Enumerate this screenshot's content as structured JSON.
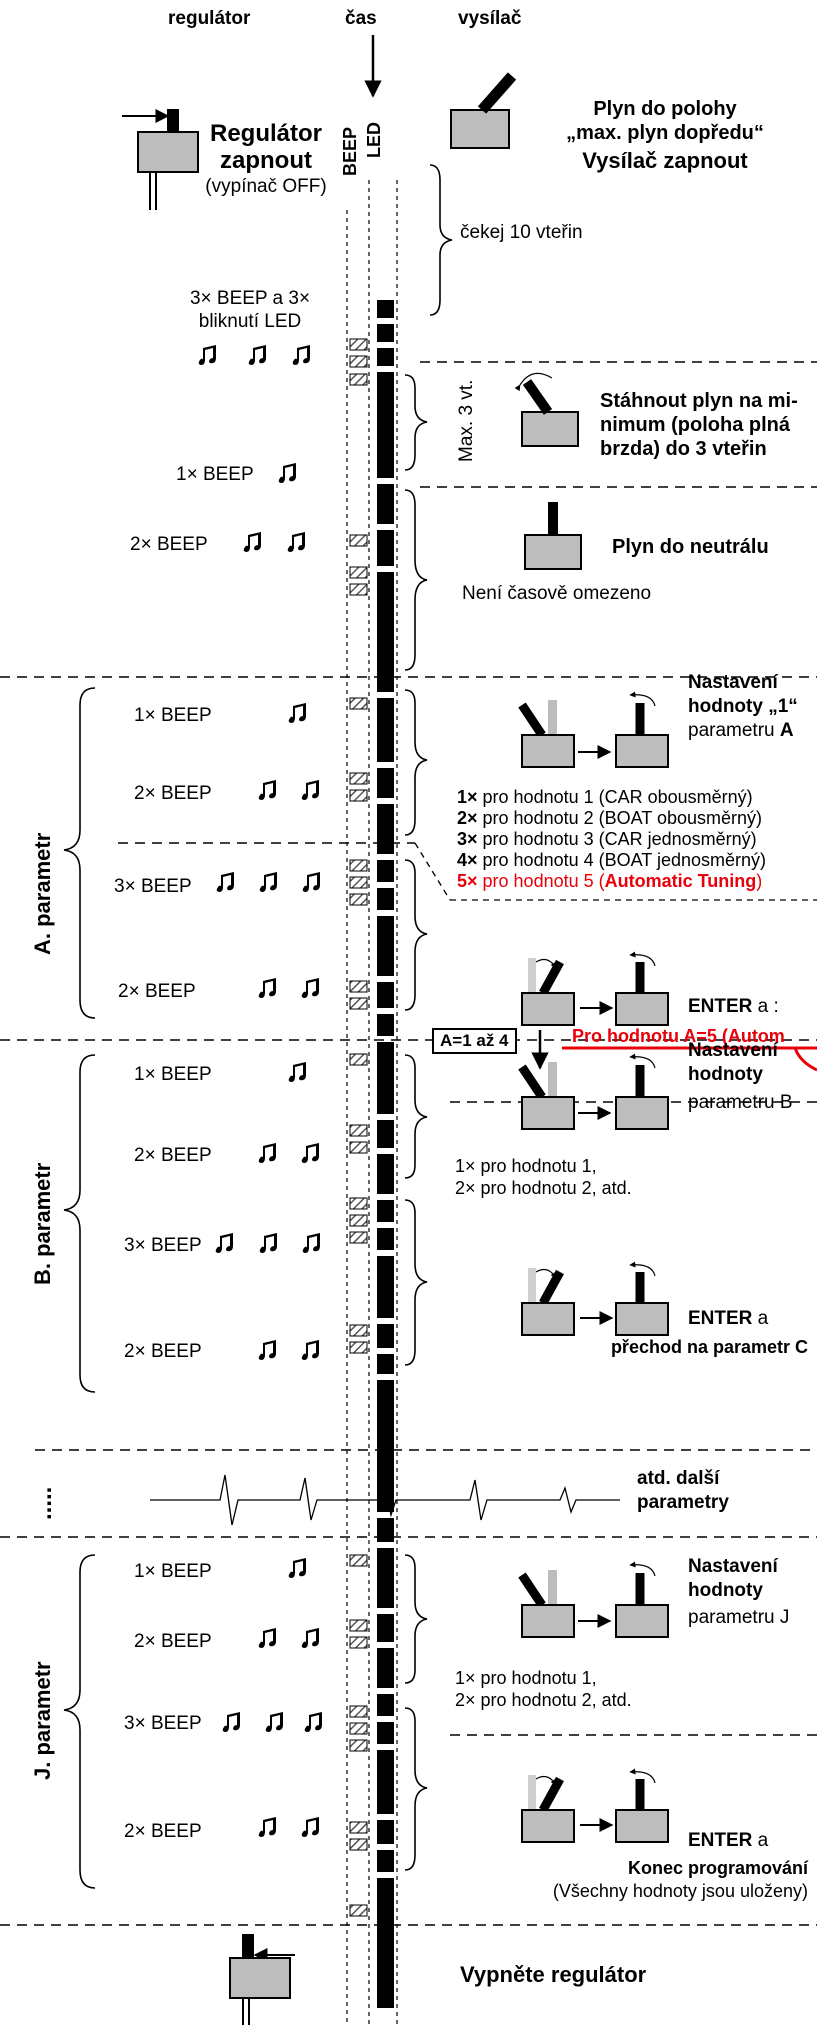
{
  "header": {
    "regulator": "regulátor",
    "cas": "čas",
    "vysilac": "vysílač"
  },
  "columns": {
    "beep": "BEEP",
    "led": "LED"
  },
  "start": {
    "reg_on_1": "Regulátor",
    "reg_on_2": "zapnout",
    "reg_on_3": "(vypínač OFF)",
    "throttle_1": "Plyn do polohy",
    "throttle_2": "„max. plyn dopředu“",
    "throttle_3": "Vysílač zapnout",
    "wait": "čekej  10 vteřin",
    "beep3_1": "3× BEEP a  3×",
    "beep3_2": "bliknutí LED",
    "max3": "Max. 3 vt.",
    "pull_1": "Stáhnout plyn na mi-",
    "pull_2": "nimum (poloha plná",
    "pull_3": "brzda) do 3 vteřin",
    "beep1": "1× BEEP",
    "beep2": "2× BEEP",
    "neutral": "Plyn do neutrálu",
    "unlimited": "Není časově omezeno"
  },
  "param_a": {
    "label": "A. parametr",
    "beep1": "1× BEEP",
    "beep2": "2× BEEP",
    "beep3": "3× BEEP",
    "beep2b": "2× BEEP",
    "set_1": "Nastavení",
    "set_2": "hodnoty „1“",
    "set_3": "parametru",
    "set_3b": "A",
    "opts": [
      {
        "n": "1×",
        "t": " pro hodnotu 1 (CAR obousměrný)"
      },
      {
        "n": "2×",
        "t": " pro hodnotu 2 (BOAT obousměrný)"
      },
      {
        "n": "3×",
        "t": " pro hodnotu 3 (CAR jednosměrný)"
      },
      {
        "n": "4×",
        "t": " pro hodnotu 4 (BOAT jednosměrný)"
      }
    ],
    "opt5_n": "5×",
    "opt5_t": " pro hodnotu 5 (",
    "opt5_b": "Automatic Tuning",
    "opt5_e": ")",
    "enter": "ENTER",
    "enter_tail": "  a :",
    "a14": "A=1 až 4",
    "a5": "Pro hodnotu A=5 (Autom"
  },
  "param_b": {
    "label": "B. parametr",
    "beep1": "1× BEEP",
    "beep2": "2× BEEP",
    "beep3": "3× BEEP",
    "beep2b": "2× BEEP",
    "set_1": "Nastavení",
    "set_2": "hodnoty",
    "set_3": "parametru B",
    "val1": "1× pro hodnotu 1,",
    "val2": "2× pro hodnotu 2, atd.",
    "enter": "ENTER",
    "enter_tail": "  a",
    "next": "přechod na parametr C"
  },
  "more": {
    "dots": ".....",
    "l1": "atd. další",
    "l2": "parametry"
  },
  "param_j": {
    "label": "J. parametr",
    "beep1": "1× BEEP",
    "beep2": "2× BEEP",
    "beep3": "3× BEEP",
    "beep2b": "2× BEEP",
    "set_1": "Nastavení",
    "set_2": "hodnoty",
    "set_3": "parametru J",
    "val1": "1× pro hodnotu 1,",
    "val2": "2× pro hodnotu 2, atd.",
    "enter": "ENTER",
    "enter_tail": "  a",
    "end": "Konec programování",
    "saved": "(Všechny hodnoty jsou uloženy)"
  },
  "finish": {
    "off": "Vypněte regulátor"
  },
  "icons": {
    "note": "music-note-icon",
    "switch": "switch-icon",
    "stick": "throttle-stick-icon"
  },
  "colors": {
    "box_fill": "#bdbdbd",
    "red": "#e8000a",
    "hatch": "#555555"
  }
}
